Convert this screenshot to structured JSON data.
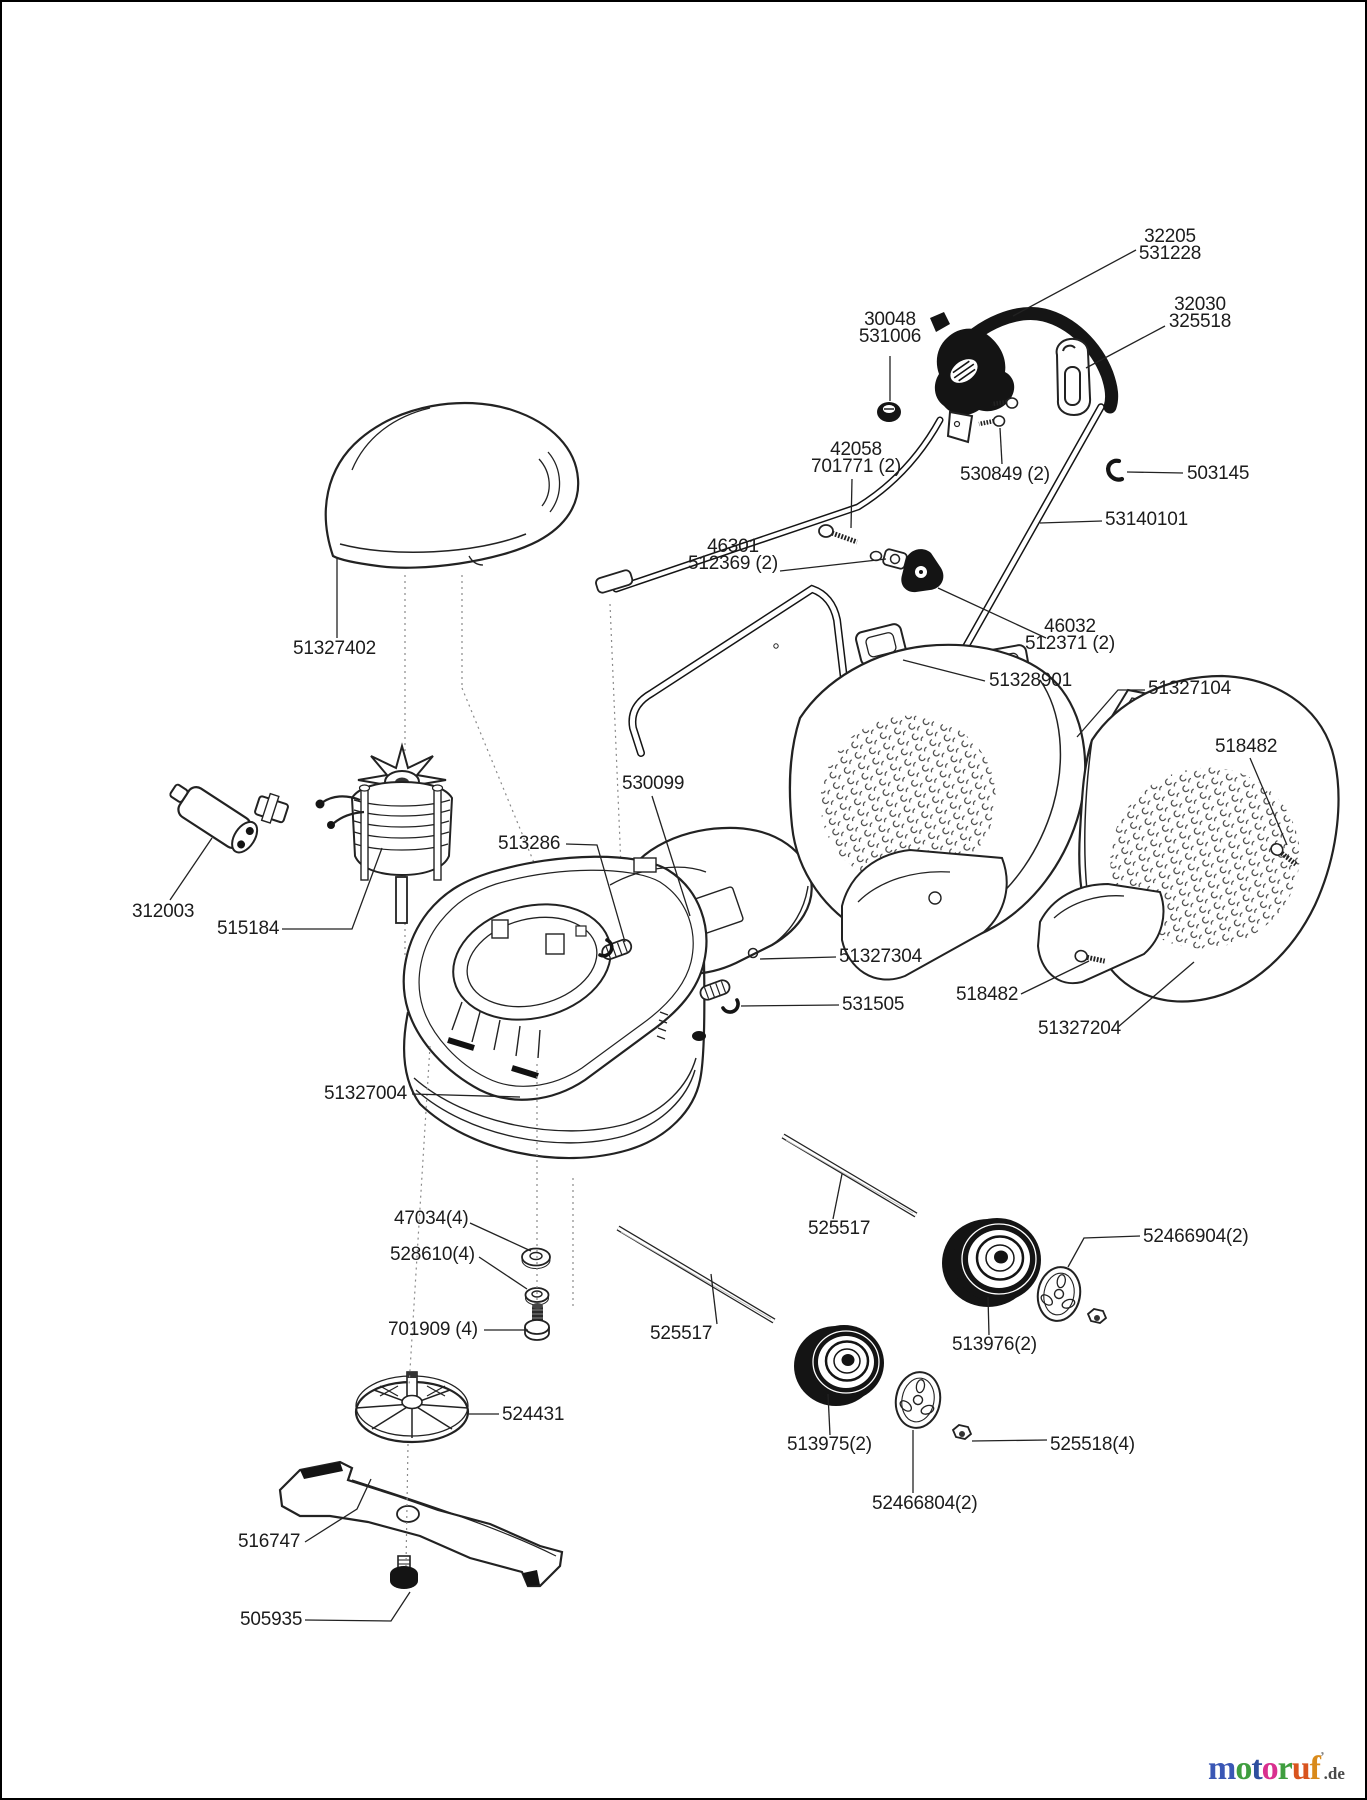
{
  "figure": {
    "kind": "exploded-parts-diagram",
    "subject": "electric lawn mower"
  },
  "labels": [
    {
      "text": "32205\n531228"
    },
    {
      "text": "30048\n531006"
    },
    {
      "text": "32030\n325518"
    },
    {
      "text": "42058\n701771 (2)"
    },
    {
      "text": "530849 (2)"
    },
    {
      "text": "503145"
    },
    {
      "text": "53140101"
    },
    {
      "text": "46301\n512369 (2)"
    },
    {
      "text": "46032\n512371 (2)"
    },
    {
      "text": "51328901"
    },
    {
      "text": "51327104"
    },
    {
      "text": "518482"
    },
    {
      "text": "51327402"
    },
    {
      "text": "530099"
    },
    {
      "text": "513286"
    },
    {
      "text": "312003"
    },
    {
      "text": "515184"
    },
    {
      "text": "51327304"
    },
    {
      "text": "531505"
    },
    {
      "text": "518482"
    },
    {
      "text": "51327204"
    },
    {
      "text": "51327004"
    },
    {
      "text": "47034(4)"
    },
    {
      "text": "528610(4)"
    },
    {
      "text": "701909 (4)"
    },
    {
      "text": "524431"
    },
    {
      "text": "525517"
    },
    {
      "text": "525517"
    },
    {
      "text": "513976(2)"
    },
    {
      "text": "52466904(2)"
    },
    {
      "text": "513975(2)"
    },
    {
      "text": "52466804(2)"
    },
    {
      "text": "525518(4)"
    },
    {
      "text": "516747"
    },
    {
      "text": "505935"
    }
  ],
  "logo": {
    "letters": [
      {
        "char": "m",
        "style": "color:#3a57b5"
      },
      {
        "char": "o",
        "style": "color:#3f9e3f"
      },
      {
        "char": "t",
        "style": "color:#2d4f9e"
      },
      {
        "char": "o",
        "style": "color:#d9308f"
      },
      {
        "char": "r",
        "style": "color:#3f9e3f"
      },
      {
        "char": "u",
        "style": "color:#d9541e"
      },
      {
        "char": "f",
        "style": "color:#d98a1a"
      }
    ],
    "mark": "’",
    "tld": ".de"
  }
}
